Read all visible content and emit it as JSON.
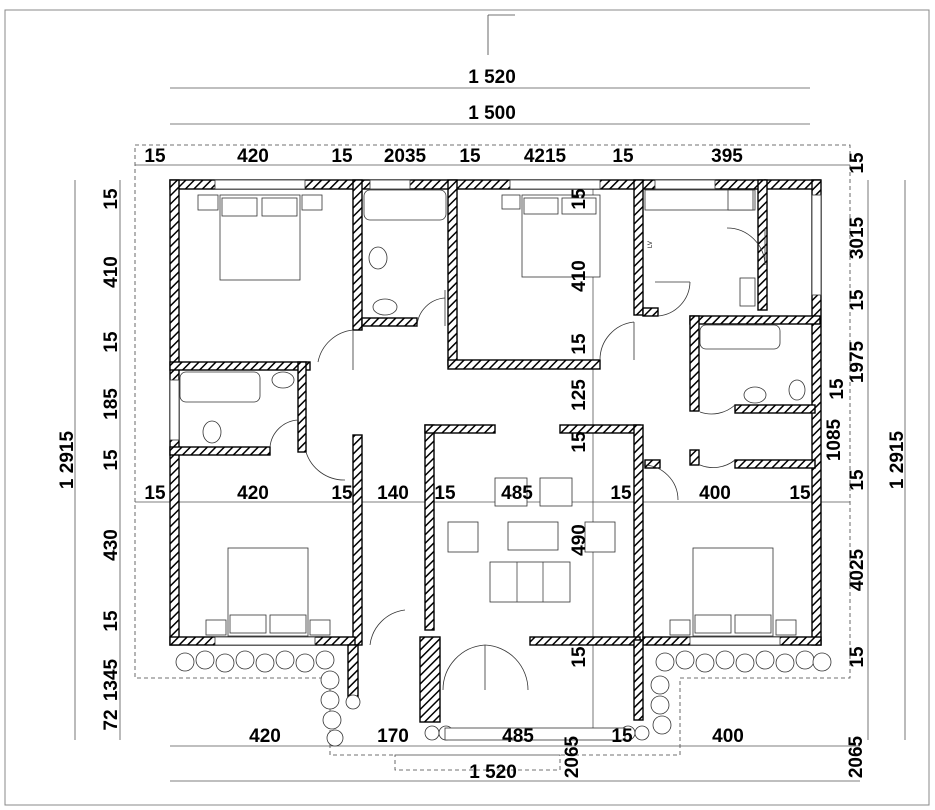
{
  "plan": {
    "overall": {
      "top_outer": "1 520",
      "top_inner": "1 500",
      "bottom_total": "1 520",
      "left_total": "1 2915",
      "right_total": "1 2915"
    },
    "top_row": [
      "15",
      "420",
      "15",
      "2035",
      "15",
      "4215",
      "15",
      "395",
      "15"
    ],
    "middle_row": [
      "15",
      "420",
      "15",
      "140",
      "15",
      "485",
      "15",
      "400",
      "15"
    ],
    "bottom_row": [
      "420",
      "170",
      "485",
      "2065",
      "15",
      "400",
      "2065"
    ],
    "left_col": [
      "15",
      "410",
      "15",
      "185",
      "15",
      "430",
      "15",
      "1345",
      "72"
    ],
    "right_col": [
      "3015",
      "15",
      "1975",
      "15",
      "1085",
      "15",
      "4025",
      "15"
    ],
    "inner_vertical": [
      "15",
      "410",
      "15",
      "125",
      "15",
      "490",
      "15"
    ],
    "labels": {
      "lv": "LV"
    }
  }
}
